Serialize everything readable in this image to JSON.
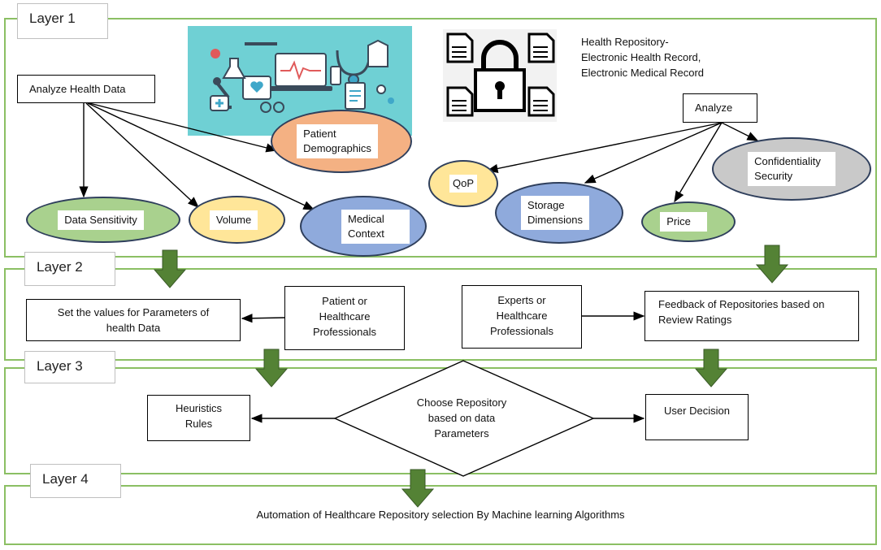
{
  "layers": [
    {
      "label": "Layer 1"
    },
    {
      "label": "Layer 2"
    },
    {
      "label": "Layer 3"
    },
    {
      "label": "Layer 4"
    }
  ],
  "layer1": {
    "analyze_health_data": "Analyze Health Data",
    "health_repository": [
      "Health Repository-",
      "Electronic Health Record,",
      "Electronic Medical Record"
    ],
    "analyze": "Analyze",
    "ellipses": {
      "patient_demographics": [
        "Patient",
        "Demographics"
      ],
      "data_sensitivity": "Data Sensitivity",
      "volume": "Volume",
      "medical_context": [
        "Medical",
        "Context"
      ],
      "qop": "QoP",
      "storage_dimensions": [
        "Storage",
        "Dimensions"
      ],
      "price": "Price",
      "confidentiality_security": [
        "Confidentiality",
        "Security"
      ]
    },
    "colors": {
      "orange": "#f4b183",
      "green": "#a9d18e",
      "yellow": "#ffe699",
      "blue": "#8faadc",
      "gray": "#c9c9c9",
      "arrow_green": "#548235",
      "frame_green": "#8bbf63",
      "illustration_bg": "#6fd0d4"
    }
  },
  "layer2": {
    "set_values": [
      "Set the values for Parameters of",
      "health Data"
    ],
    "patient_or_hcp": [
      "Patient or",
      "Healthcare",
      "Professionals"
    ],
    "experts_or_hcp": [
      "Experts or",
      "Healthcare",
      "Professionals"
    ],
    "feedback": [
      "Feedback of Repositories based on",
      "Review Ratings"
    ]
  },
  "layer3": {
    "heuristics": [
      "Heuristics",
      "Rules"
    ],
    "choose_repository": [
      "Choose Repository",
      "based on data",
      "Parameters"
    ],
    "user_decision": "User Decision"
  },
  "layer4": {
    "automation": "Automation of Healthcare Repository selection By Machine learning Algorithms"
  }
}
